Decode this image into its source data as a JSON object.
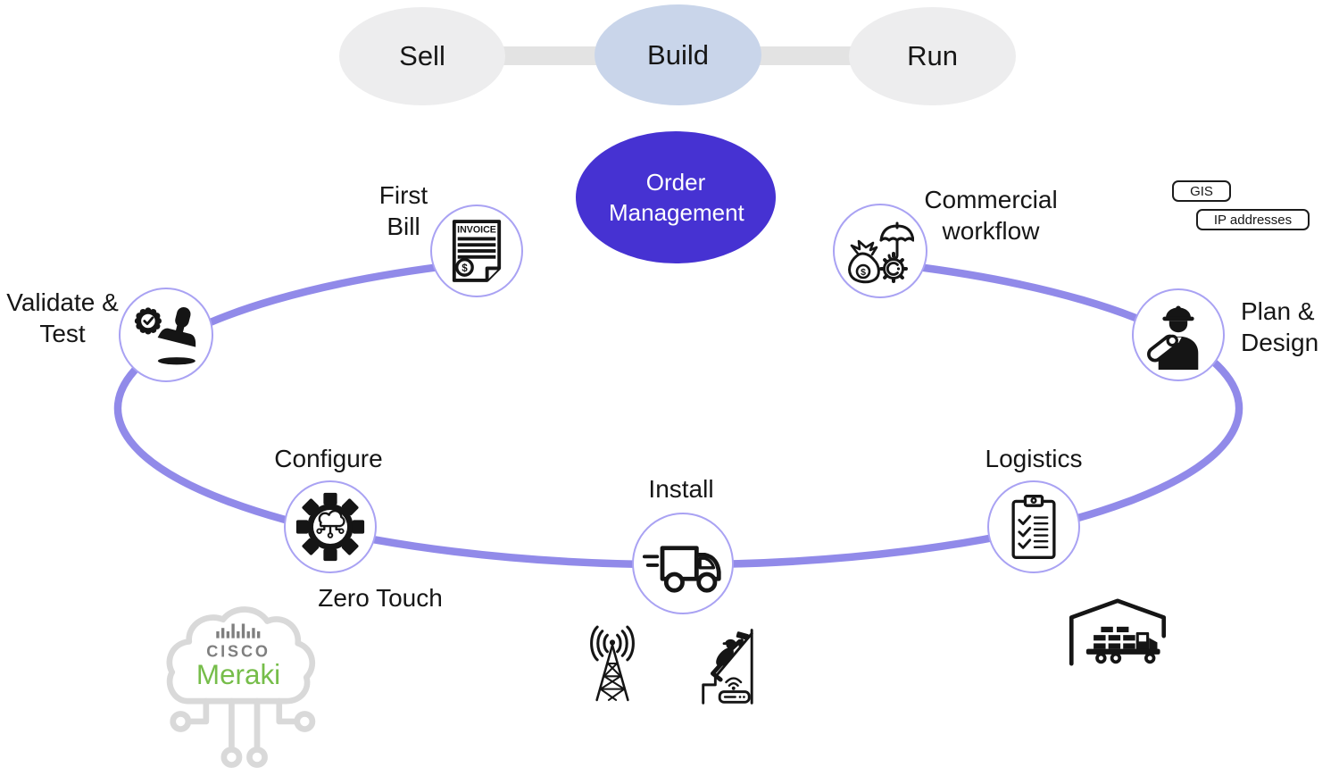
{
  "top_flow": {
    "stages": [
      {
        "label": "Sell",
        "active": false
      },
      {
        "label": "Build",
        "active": true
      },
      {
        "label": "Run",
        "active": false
      }
    ]
  },
  "center_node": {
    "label": "Order Management"
  },
  "nodes": {
    "first_bill": {
      "label": "First Bill",
      "icon": "invoice-icon"
    },
    "commercial_workflow": {
      "label": "Commercial workflow",
      "icon": "money-umbrella-gear-icon"
    },
    "validate_test": {
      "label": "Validate & Test",
      "icon": "approval-stamp-icon"
    },
    "plan_design": {
      "label": "Plan & Design",
      "icon": "engineer-icon"
    },
    "configure": {
      "label": "Configure",
      "sublabel": "Zero Touch",
      "icon": "cloud-gear-icon"
    },
    "install": {
      "label": "Install",
      "icon": "delivery-truck-icon"
    },
    "logistics": {
      "label": "Logistics",
      "icon": "checklist-clipboard-icon"
    }
  },
  "tags": {
    "gis": "GIS",
    "ip_addresses": "IP addresses"
  },
  "icon_text": {
    "invoice": "INVOICE",
    "dollar": "$"
  },
  "logo": {
    "cisco": "CISCO",
    "meraki": "Meraki"
  },
  "colors": {
    "order_management_fill": "#4632d2",
    "cycle_ring": "#918ae9",
    "node_border": "#a9a2f3",
    "stage_fill": "#ededee",
    "stage_active_fill": "#c9d5ea",
    "connector_gray": "#e3e3e3",
    "meraki_green": "#76bd4a",
    "logo_gray": "#d9d9d9",
    "icon_black": "#151515"
  }
}
